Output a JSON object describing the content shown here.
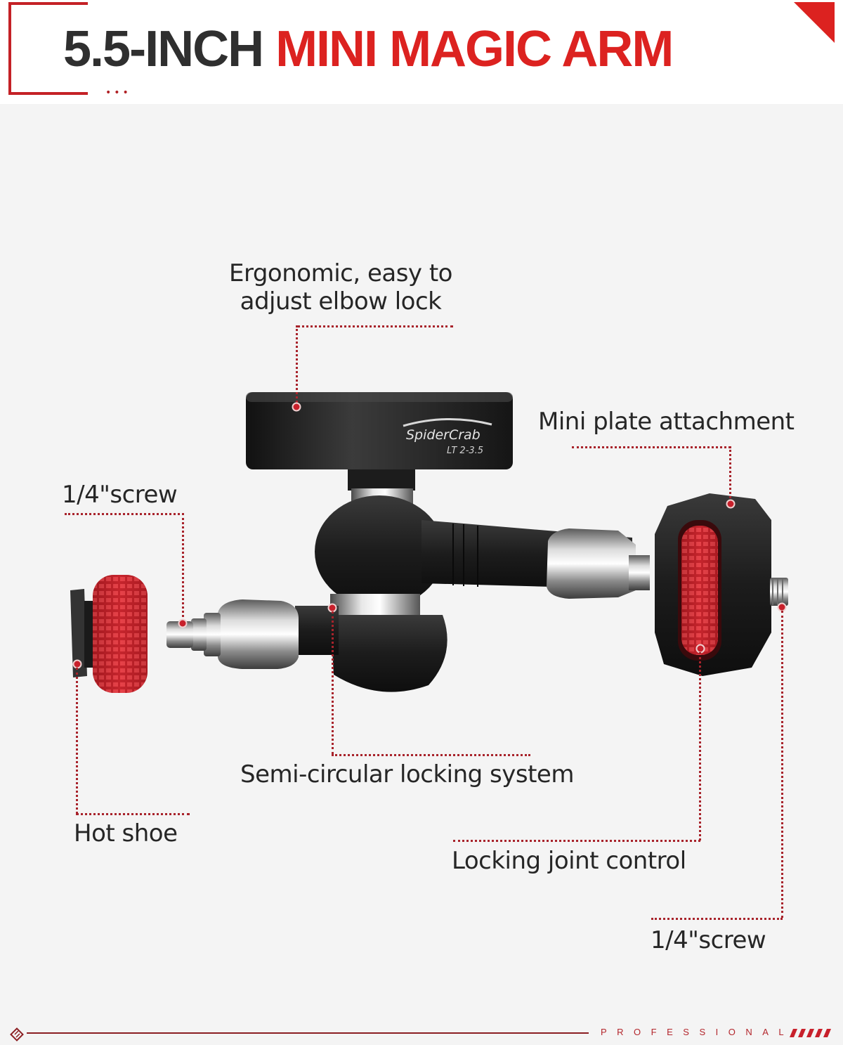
{
  "header": {
    "title_part1": "5.5-INCH",
    "title_part2": "MINI MAGIC ARM",
    "dots": "•••"
  },
  "product": {
    "brand": "SpiderCrab",
    "model": "LT 2-3.5"
  },
  "callouts": [
    {
      "id": "elbow-lock",
      "line1": "Ergonomic, easy to",
      "line2": "adjust elbow lock"
    },
    {
      "id": "mini-plate",
      "text": "Mini plate attachment"
    },
    {
      "id": "screw-left",
      "text": "1/4\"screw"
    },
    {
      "id": "semi-circular",
      "text": "Semi-circular locking system"
    },
    {
      "id": "hot-shoe",
      "text": "Hot shoe"
    },
    {
      "id": "locking-joint",
      "text": "Locking joint control"
    },
    {
      "id": "screw-right",
      "text": "1/4\"screw"
    }
  ],
  "footer": {
    "tagline": "PROFESSIONAL",
    "logo_icon": "diamond-logo-icon",
    "stripes_icon": "red-stripes-icon"
  },
  "colors": {
    "accent_red": "#dc2220",
    "dark_text": "#2f2f2f",
    "leader_line": "#a8232b",
    "background": "#f4f4f4"
  }
}
